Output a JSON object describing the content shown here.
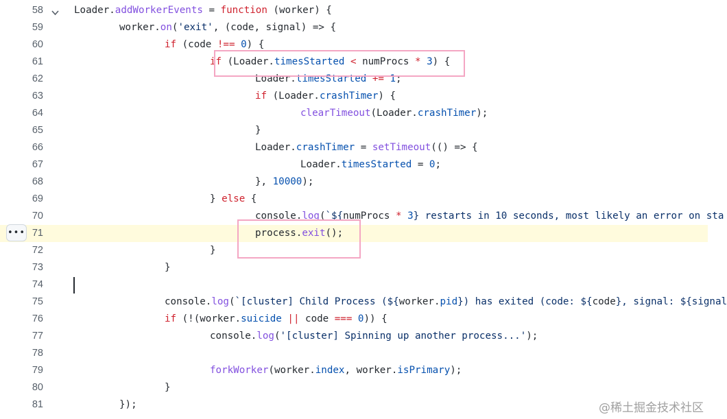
{
  "editor": {
    "lines": [
      {
        "num": "58",
        "fold": true,
        "indent": 0,
        "tokens": [
          [
            "t-plain",
            "Loader"
          ],
          [
            "t-plain",
            "."
          ],
          [
            "t-fn",
            "addWorkerEvents"
          ],
          [
            "t-plain",
            " = "
          ],
          [
            "t-kw",
            "function"
          ],
          [
            "t-plain",
            " (worker) {"
          ]
        ]
      },
      {
        "num": "59",
        "indent": 1,
        "tokens": [
          [
            "t-plain",
            "worker."
          ],
          [
            "t-fn",
            "on"
          ],
          [
            "t-plain",
            "("
          ],
          [
            "t-str",
            "'exit'"
          ],
          [
            "t-plain",
            ", (code, signal) => {"
          ]
        ]
      },
      {
        "num": "60",
        "indent": 2,
        "tokens": [
          [
            "t-kw",
            "if"
          ],
          [
            "t-plain",
            " (code "
          ],
          [
            "t-op",
            "!=="
          ],
          [
            "t-plain",
            " "
          ],
          [
            "t-num",
            "0"
          ],
          [
            "t-plain",
            ") {"
          ]
        ]
      },
      {
        "num": "61",
        "indent": 3,
        "tokens": [
          [
            "t-kw",
            "if"
          ],
          [
            "t-plain",
            " (Loader."
          ],
          [
            "t-prop",
            "timesStarted"
          ],
          [
            "t-plain",
            " "
          ],
          [
            "t-op",
            "<"
          ],
          [
            "t-plain",
            " numProcs "
          ],
          [
            "t-op",
            "*"
          ],
          [
            "t-plain",
            " "
          ],
          [
            "t-num",
            "3"
          ],
          [
            "t-plain",
            ") {"
          ]
        ]
      },
      {
        "num": "62",
        "indent": 4,
        "tokens": [
          [
            "t-plain",
            "Loader."
          ],
          [
            "t-prop",
            "timesStarted"
          ],
          [
            "t-plain",
            " "
          ],
          [
            "t-op",
            "+="
          ],
          [
            "t-plain",
            " "
          ],
          [
            "t-num",
            "1"
          ],
          [
            "t-plain",
            ";"
          ]
        ]
      },
      {
        "num": "63",
        "indent": 4,
        "tokens": [
          [
            "t-kw",
            "if"
          ],
          [
            "t-plain",
            " (Loader."
          ],
          [
            "t-prop",
            "crashTimer"
          ],
          [
            "t-plain",
            ") {"
          ]
        ]
      },
      {
        "num": "64",
        "indent": 5,
        "tokens": [
          [
            "t-fn",
            "clearTimeout"
          ],
          [
            "t-plain",
            "(Loader."
          ],
          [
            "t-prop",
            "crashTimer"
          ],
          [
            "t-plain",
            ");"
          ]
        ]
      },
      {
        "num": "65",
        "indent": 4,
        "tokens": [
          [
            "t-plain",
            "}"
          ]
        ]
      },
      {
        "num": "66",
        "indent": 4,
        "tokens": [
          [
            "t-plain",
            "Loader."
          ],
          [
            "t-prop",
            "crashTimer"
          ],
          [
            "t-plain",
            " = "
          ],
          [
            "t-fn",
            "setTimeout"
          ],
          [
            "t-plain",
            "(() => {"
          ]
        ]
      },
      {
        "num": "67",
        "indent": 5,
        "tokens": [
          [
            "t-plain",
            "Loader."
          ],
          [
            "t-prop",
            "timesStarted"
          ],
          [
            "t-plain",
            " = "
          ],
          [
            "t-num",
            "0"
          ],
          [
            "t-plain",
            ";"
          ]
        ]
      },
      {
        "num": "68",
        "indent": 4,
        "tokens": [
          [
            "t-plain",
            "}, "
          ],
          [
            "t-num",
            "10000"
          ],
          [
            "t-plain",
            ");"
          ]
        ]
      },
      {
        "num": "69",
        "indent": 3,
        "tokens": [
          [
            "t-plain",
            "} "
          ],
          [
            "t-kw",
            "else"
          ],
          [
            "t-plain",
            " {"
          ]
        ]
      },
      {
        "num": "70",
        "indent": 4,
        "tokens": [
          [
            "t-plain",
            "console."
          ],
          [
            "t-fn",
            "log"
          ],
          [
            "t-plain",
            "("
          ],
          [
            "t-str",
            "`${"
          ],
          [
            "t-plain",
            "numProcs "
          ],
          [
            "t-op",
            "*"
          ],
          [
            "t-plain",
            " "
          ],
          [
            "t-num",
            "3"
          ],
          [
            "t-str",
            "} restarts in 10 seconds, most likely an error on sta"
          ]
        ]
      },
      {
        "num": "71",
        "indent": 4,
        "highlight": true,
        "tokens": [
          [
            "t-plain",
            "process."
          ],
          [
            "t-fn",
            "exit"
          ],
          [
            "t-plain",
            "();"
          ]
        ]
      },
      {
        "num": "72",
        "indent": 3,
        "tokens": [
          [
            "t-plain",
            "}"
          ]
        ]
      },
      {
        "num": "73",
        "indent": 2,
        "tokens": [
          [
            "t-plain",
            "}"
          ]
        ]
      },
      {
        "num": "74",
        "indent": 0,
        "tokens": []
      },
      {
        "num": "75",
        "indent": 2,
        "tokens": [
          [
            "t-plain",
            "console."
          ],
          [
            "t-fn",
            "log"
          ],
          [
            "t-plain",
            "("
          ],
          [
            "t-str",
            "`[cluster] Child Process ("
          ],
          [
            "t-str",
            "${"
          ],
          [
            "t-plain",
            "worker."
          ],
          [
            "t-prop",
            "pid"
          ],
          [
            "t-str",
            "}) has exited (code: ${"
          ],
          [
            "t-plain",
            "code"
          ],
          [
            "t-str",
            "}, signal: ${signal"
          ]
        ]
      },
      {
        "num": "76",
        "indent": 2,
        "tokens": [
          [
            "t-kw",
            "if"
          ],
          [
            "t-plain",
            " (!(worker."
          ],
          [
            "t-prop",
            "suicide"
          ],
          [
            "t-plain",
            " "
          ],
          [
            "t-op",
            "||"
          ],
          [
            "t-plain",
            " code "
          ],
          [
            "t-op",
            "==="
          ],
          [
            "t-plain",
            " "
          ],
          [
            "t-num",
            "0"
          ],
          [
            "t-plain",
            ")) {"
          ]
        ]
      },
      {
        "num": "77",
        "indent": 3,
        "tokens": [
          [
            "t-plain",
            "console."
          ],
          [
            "t-fn",
            "log"
          ],
          [
            "t-plain",
            "("
          ],
          [
            "t-str",
            "'[cluster] Spinning up another process...'"
          ],
          [
            "t-plain",
            ");"
          ]
        ]
      },
      {
        "num": "78",
        "indent": 0,
        "tokens": []
      },
      {
        "num": "79",
        "indent": 3,
        "tokens": [
          [
            "t-fn",
            "forkWorker"
          ],
          [
            "t-plain",
            "(worker."
          ],
          [
            "t-prop",
            "index"
          ],
          [
            "t-plain",
            ", worker."
          ],
          [
            "t-prop",
            "isPrimary"
          ],
          [
            "t-plain",
            ");"
          ]
        ]
      },
      {
        "num": "80",
        "indent": 2,
        "tokens": [
          [
            "t-plain",
            "}"
          ]
        ]
      },
      {
        "num": "81",
        "indent": 1,
        "tokens": [
          [
            "t-plain",
            "});"
          ]
        ]
      }
    ]
  },
  "line_actions": {
    "label": "•••",
    "icon": "more-options-icon"
  },
  "fold_icon": "chevron-down-icon",
  "colors": {
    "highlight_line": "#fffbdd",
    "annotation_box": "#f4a6c3",
    "keyword": "#cf222e",
    "function": "#8250df",
    "property": "#0550ae",
    "string": "#0a3069"
  },
  "watermark": "@稀土掘金技术社区"
}
